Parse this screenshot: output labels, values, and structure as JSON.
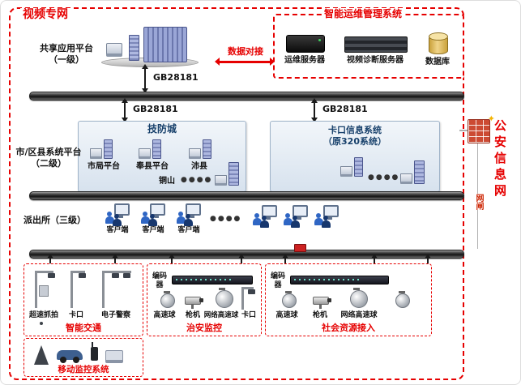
{
  "colors": {
    "accent": "#e60000",
    "bus": "#141414",
    "panel_title": "#17406b"
  },
  "title": "视频专网",
  "protocol": {
    "gb": "GB28181"
  },
  "level1": {
    "line1": "共享应用平台",
    "line2": "（一级）"
  },
  "ops": {
    "title": "智能运维管理系统",
    "link": "数据对接",
    "items": [
      {
        "label": "运维服务器"
      },
      {
        "label": "视频诊断服务器"
      },
      {
        "label": "数据库"
      }
    ]
  },
  "level2": {
    "line1": "市/区县系统平台",
    "line2": "（二级）",
    "jfc": {
      "title": "技防城",
      "platforms": [
        "市局平台",
        "奉县平台",
        "沛县"
      ],
      "more_label": "铜山",
      "dots": "●●●●"
    },
    "kk": {
      "title1": "卡口信息系统",
      "title2": "（原320系统）",
      "dots": "●●●●"
    }
  },
  "level3": {
    "label": "派出所（三级）",
    "client": "客户端",
    "dots": "●●●●"
  },
  "front": {
    "traffic": {
      "title": "智能交通",
      "items": [
        "超速抓拍",
        "卡口",
        "电子警察"
      ]
    },
    "security": {
      "title": "治安监控",
      "encoder": "编码器",
      "items": [
        "高速球",
        "枪机",
        "网络高速球",
        "卡口"
      ]
    },
    "social": {
      "title": "社会资源接入",
      "encoder": "编码器",
      "items": [
        "高速球",
        "枪机",
        "网络高速球"
      ]
    },
    "mobile": {
      "title": "移动监控系统"
    }
  },
  "right": {
    "gate": "网闸",
    "network": "公安信息网"
  }
}
